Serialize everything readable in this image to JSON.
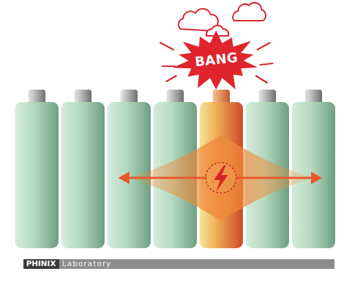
{
  "diagram": {
    "nodes": [
      {
        "text": [
          "BANG"
        ]
      },
      {
        "text": [
          "PHINIX",
          "Laboratory"
        ]
      }
    ]
  }
}
